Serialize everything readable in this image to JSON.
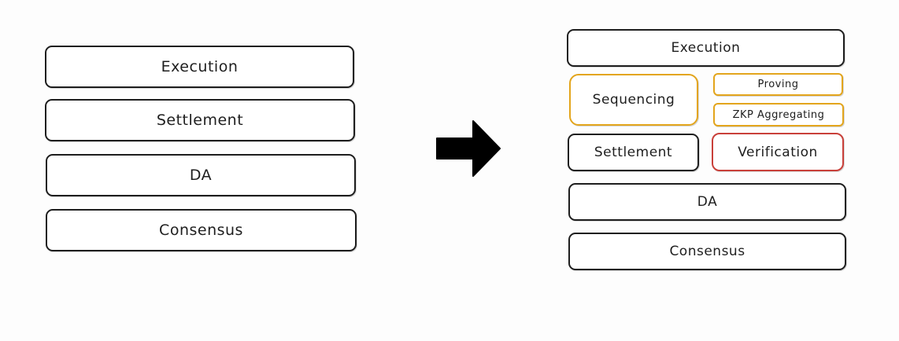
{
  "left_stack": {
    "execution": "Execution",
    "settlement": "Settlement",
    "da": "DA",
    "consensus": "Consensus"
  },
  "right_stack": {
    "execution": "Execution",
    "sequencing": "Sequencing",
    "proving": "Proving",
    "zkp_aggregating": "ZKP Aggregating",
    "settlement": "Settlement",
    "verification": "Verification",
    "da": "DA",
    "consensus": "Consensus"
  },
  "colors": {
    "stroke": "#1e1e1e",
    "sequencing_border": "#e3a51c",
    "verification_border": "#c9403a",
    "arrow": "#000000"
  },
  "icons": {
    "transition_arrow": "right-arrow-icon"
  }
}
